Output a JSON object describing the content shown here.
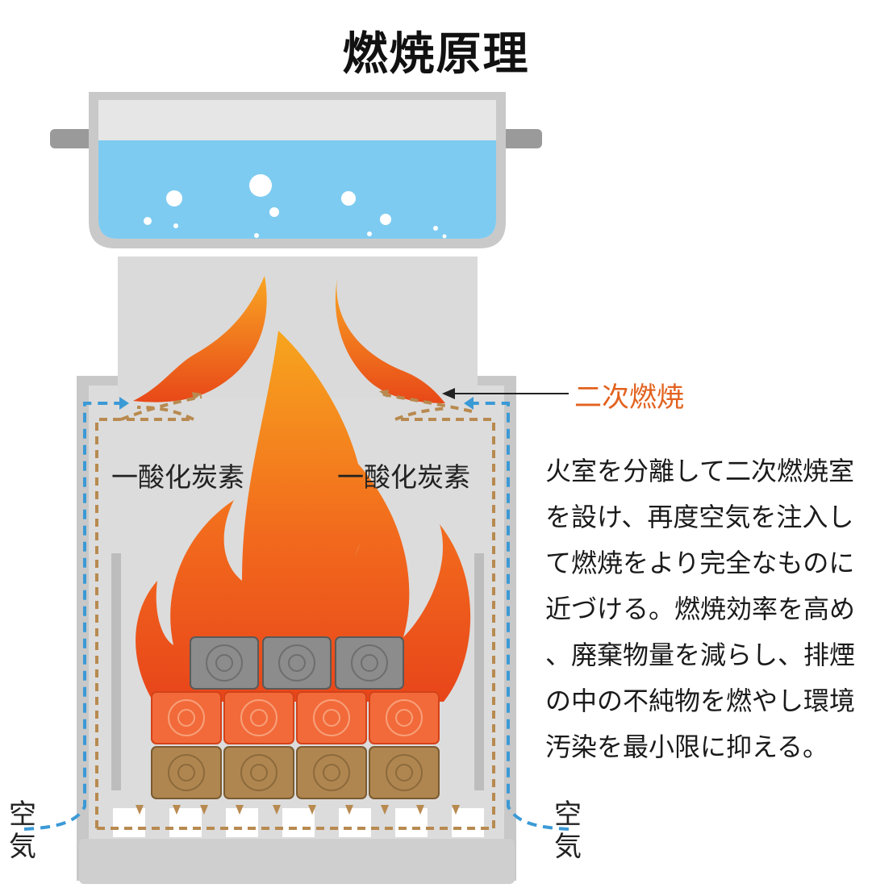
{
  "title": "燃焼原理",
  "labels": {
    "secondary_combustion": "二次燃焼",
    "carbon_monoxide_left": "一酸化炭素",
    "carbon_monoxide_right": "一酸化炭素",
    "air_left_top": "空",
    "air_left_bottom": "気",
    "air_right_top": "空",
    "air_right_bottom": "気"
  },
  "description_lines": [
    "火室を分離して二次燃焼室",
    "を設け、再度空気を注入し",
    "て燃焼をより完全なものに",
    "近づける。燃焼効率を高め",
    "、廃棄物量を減らし、排煙",
    "の中の不純物を燃やし環境",
    "汚染を最小限に抑える。"
  ],
  "colors": {
    "accent_orange": "#e2621f",
    "water": "#7ecbf1",
    "stove": "#dcdcdc",
    "air_flow_blue": "#3b9ad6",
    "gas_flow_brown": "#b88a50"
  }
}
